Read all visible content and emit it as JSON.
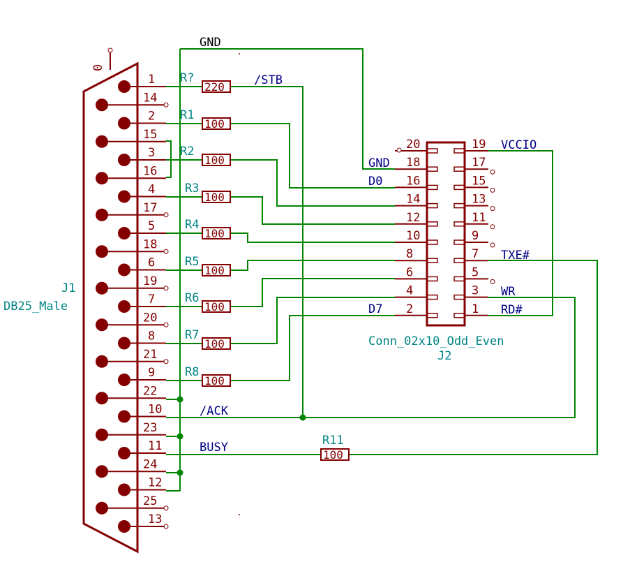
{
  "j1": {
    "ref": "J1",
    "value": "DB25_Male",
    "shield_pin": "0",
    "pins": [
      "1",
      "14",
      "2",
      "15",
      "3",
      "16",
      "4",
      "17",
      "5",
      "18",
      "6",
      "19",
      "7",
      "20",
      "8",
      "21",
      "9",
      "22",
      "10",
      "23",
      "11",
      "24",
      "12",
      "25",
      "13"
    ]
  },
  "j2": {
    "ref": "J2",
    "value": "Conn_02x10_Odd_Even",
    "left_pins": [
      "20",
      "18",
      "16",
      "14",
      "12",
      "10",
      "8",
      "6",
      "4",
      "2"
    ],
    "right_pins": [
      "19",
      "17",
      "15",
      "13",
      "11",
      "9",
      "7",
      "5",
      "3",
      "1"
    ]
  },
  "resistors": [
    {
      "ref": "R?",
      "value": "220"
    },
    {
      "ref": "R1",
      "value": "100"
    },
    {
      "ref": "R2",
      "value": "100"
    },
    {
      "ref": "R3",
      "value": "100"
    },
    {
      "ref": "R4",
      "value": "100"
    },
    {
      "ref": "R5",
      "value": "100"
    },
    {
      "ref": "R6",
      "value": "100"
    },
    {
      "ref": "R7",
      "value": "100"
    },
    {
      "ref": "R8",
      "value": "100"
    },
    {
      "ref": "R11",
      "value": "100"
    }
  ],
  "nets": {
    "gnd_top": "GND",
    "stb": "/STB",
    "ack": "/ACK",
    "busy": "BUSY",
    "gnd_j2": "GND",
    "d0": "D0",
    "d7": "D7",
    "vccio": "VCCIO",
    "txe": "TXE#",
    "wr": "WR",
    "rd": "RD#"
  }
}
